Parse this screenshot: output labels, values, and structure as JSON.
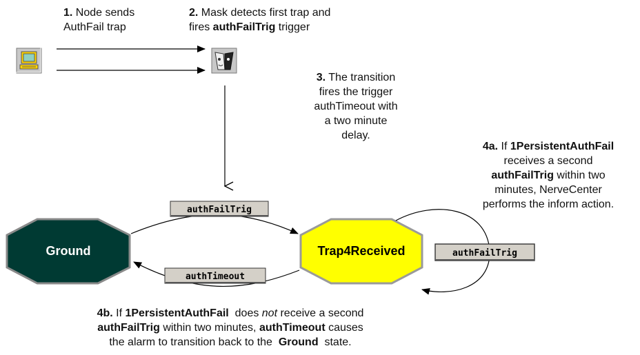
{
  "steps": {
    "s1": {
      "num": "1.",
      "line1": "Node sends",
      "line2": "AuthFail trap"
    },
    "s2": {
      "num": "2.",
      "line1": "Mask detects first trap and",
      "line2a": "fires ",
      "line2b": "authFailTrig",
      "line2c": " trigger"
    },
    "s3": {
      "num": "3.",
      "line1": "The transition",
      "line2": "fires the trigger",
      "line3": "authTimeout with",
      "line4": "a two minute",
      "line5": "delay."
    },
    "s4a": {
      "num": "4a.",
      "line1a": "If ",
      "line1b": "1PersistentAuthFail",
      "line2": "receives a second",
      "line3a": "authFailTrig",
      "line3b": " within two",
      "line4": "minutes, NerveCenter",
      "line5": "performs the inform action."
    },
    "s4b": {
      "num": "4b.",
      "line1a": "If ",
      "line1b": "1PersistentAuthFail",
      "line1c": "  does ",
      "line1d": "not",
      "line1e": " receive a second",
      "line2a": "authFailTrig",
      "line2b": " within two minutes, ",
      "line2c": "authTimeout",
      "line2d": " causes",
      "line3a": "the alarm to transition back to the  ",
      "line3b": "Ground",
      "line3c": "  state."
    }
  },
  "states": {
    "ground": "Ground",
    "trap4": "Trap4Received"
  },
  "triggers": {
    "top": "authFailTrig",
    "bottom": "authTimeout",
    "self": "authFailTrig"
  },
  "colors": {
    "ground_fill": "#003a33",
    "trap4_fill": "#ffff00",
    "trigger_fill": "#d4d0c8"
  },
  "icons": {
    "node": "computer-icon",
    "mask": "mask-icon"
  }
}
